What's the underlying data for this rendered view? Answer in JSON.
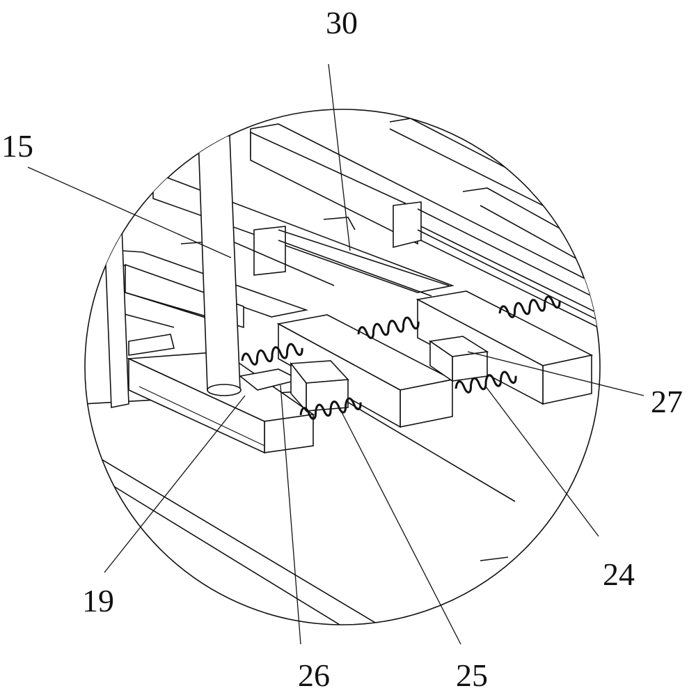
{
  "labels": {
    "l30": "30",
    "l15": "15",
    "l27": "27",
    "l24": "24",
    "l19": "19",
    "l26": "26",
    "l25": "25"
  }
}
